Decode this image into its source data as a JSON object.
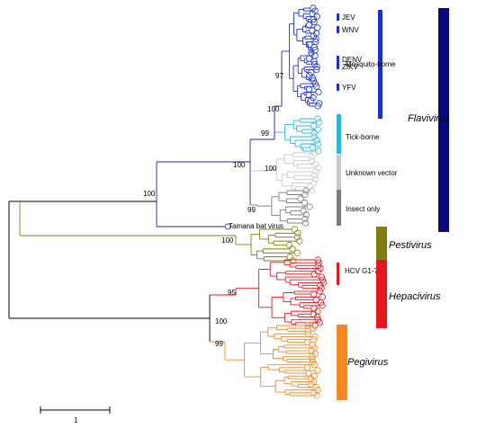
{
  "colors": {
    "mosquito": "#1a2fd6",
    "tick": "#29b6e3",
    "unknown": "#c8c8c8",
    "insect": "#7c7c7c",
    "pestivirus": "#7f7f10",
    "hepacivirus": "#e8161b",
    "pegivirus": "#f5891f",
    "flavivirus_bar": "#0a0a80",
    "stem": "#000000",
    "flavi_stem": "#1a2aa0"
  },
  "virus_labels": [
    "JEV",
    "WNV",
    "DENV",
    "ZIKV",
    "YFV"
  ],
  "group_labels": {
    "mosquito": "Mosquito-borne",
    "tick": "Tick-borne",
    "unknown": "Unknown vector",
    "insect": "Insect only",
    "hcv": "HCV G1-7",
    "tamana": "Tamana bat virus"
  },
  "genus_labels": {
    "flavivirus": "Flavivirus",
    "pestivirus": "Pestivirus",
    "hepacivirus": "Hepacivirus",
    "pegivirus": "Pegivirus"
  },
  "bootstrap": {
    "root_upper": "100",
    "flavi_node": "100",
    "mosq_tick": "99",
    "mosq_node": "100",
    "mosq_inner": "97",
    "unknown_node": "100",
    "insect_node": "99",
    "pesti_node": "100",
    "hepa_pegi": "100",
    "hepa_node": "95",
    "pegi_node": "99"
  },
  "scale_bar": {
    "label": "1"
  }
}
